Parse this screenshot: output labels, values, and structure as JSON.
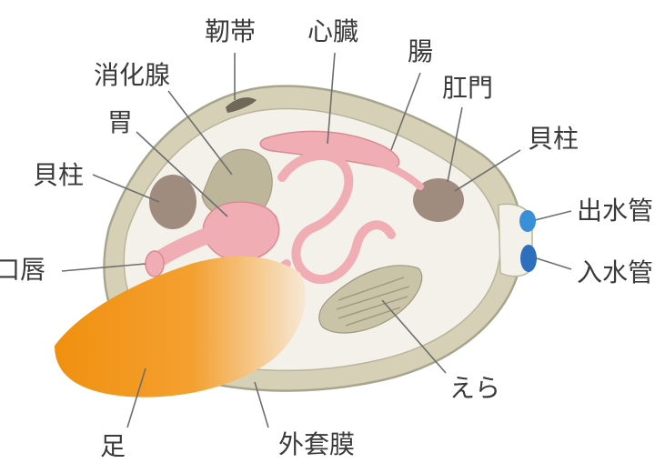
{
  "labels": {
    "ligament": "靭帯",
    "heart": "心臓",
    "intestine": "腸",
    "digestive_gland": "消化腺",
    "anus": "肛門",
    "stomach": "胃",
    "adductor_posterior": "貝柱",
    "adductor_anterior": "貝柱",
    "excurrent_siphon": "出水管",
    "mouth_lip": "口唇",
    "incurrent_siphon": "入水管",
    "gill": "えら",
    "foot": "足",
    "mantle": "外套膜"
  },
  "colors": {
    "shell_outer": "#d6d1b6",
    "shell_edge": "#a8a58e",
    "body": "#f3f1ea",
    "muscle": "#a08c7e",
    "digestive": "#beb69a",
    "organ_pink": "#f0aeb4",
    "organ_pink_edge": "#d98a93",
    "foot": "#f29a1a",
    "siphon": "#3a8fd9",
    "text": "#3a3a3a"
  }
}
